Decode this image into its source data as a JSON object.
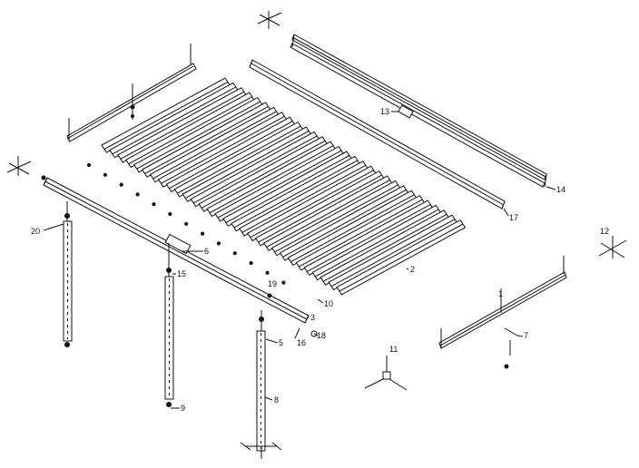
{
  "diagram": {
    "callouts": {
      "c1": "1",
      "c2": "2",
      "c3": "3",
      "c5": "5",
      "c6": "6",
      "c7": "7",
      "c8": "8",
      "c9": "9",
      "c10": "10",
      "c11": "11",
      "c12": "12",
      "c13": "13",
      "c14": "14",
      "c15": "15",
      "c16": "16",
      "c17": "17",
      "c18": "18",
      "c19": "19",
      "c20": "20"
    }
  }
}
